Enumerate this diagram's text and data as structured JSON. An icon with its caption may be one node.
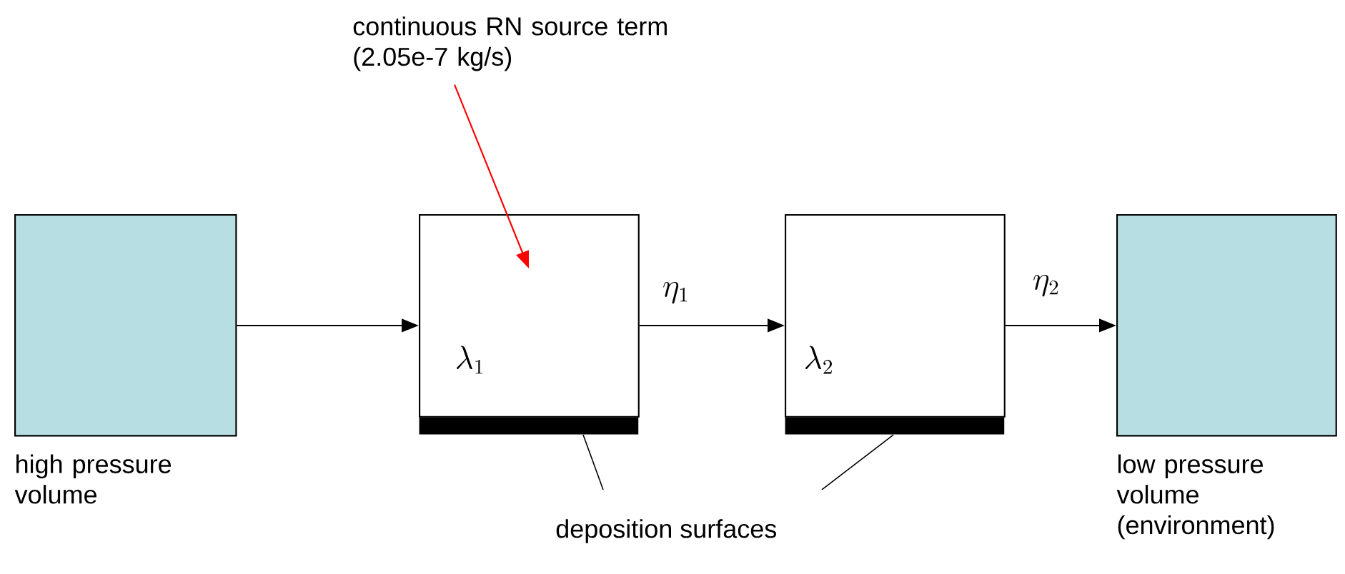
{
  "diagram": {
    "nodes": [
      {
        "text": [
          "high pressure volume"
        ]
      },
      {
        "text": [
          "\\lambda_1"
        ]
      },
      {
        "text": [
          "\\lambda_2"
        ]
      },
      {
        "text": [
          "low pressure volume (environment)"
        ]
      },
      {
        "text": [
          "continuous RN source term (2.05e-7 kg/s)"
        ]
      },
      {
        "text": [
          "deposition surfaces"
        ]
      },
      {
        "text": [],
        "shape": "bar"
      },
      {
        "text": [],
        "shape": "bar"
      }
    ],
    "edges": [
      {
        "from": 0,
        "to": 1,
        "arrow": "to"
      },
      {
        "from": 1,
        "to": 2,
        "arrow": "to",
        "label": "\\eta_1"
      },
      {
        "from": 2,
        "to": 3,
        "arrow": "to",
        "label": "\\eta_2"
      },
      {
        "from": 4,
        "to": 1,
        "arrow": "to",
        "color": "#ff0000"
      },
      {
        "from": 5,
        "to": 6,
        "arrow": "none"
      },
      {
        "from": 5,
        "to": 7,
        "arrow": "none"
      }
    ]
  }
}
